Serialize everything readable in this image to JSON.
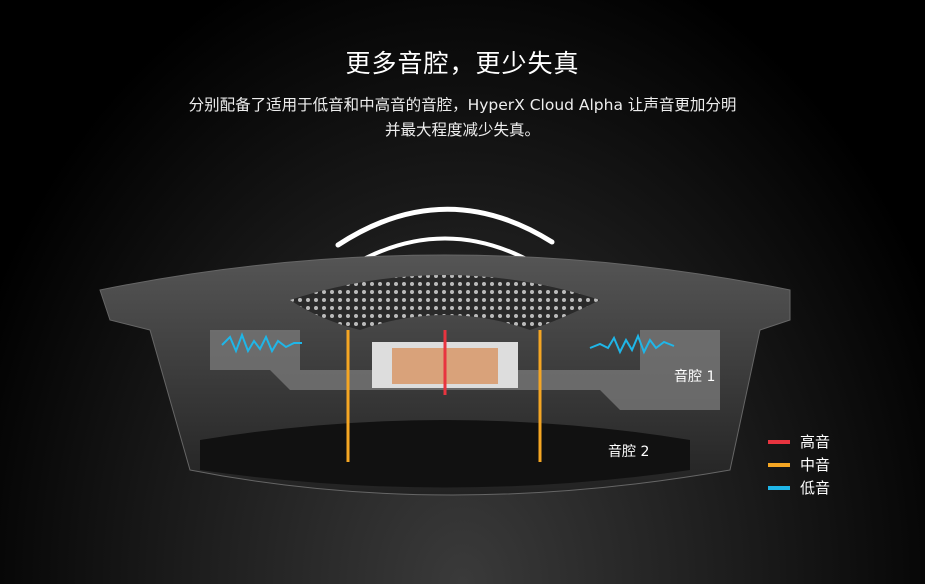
{
  "header": {
    "title": "更多音腔，更少失真",
    "subtitle_line1": "分别配备了适用于低音和中高音的音腔，HyperX Cloud Alpha 让声音更加分明",
    "subtitle_line2": "并最大程度减少失真。"
  },
  "diagram": {
    "chamber1": "音腔 1",
    "chamber2": "音腔 2"
  },
  "legend": [
    {
      "label": "高音",
      "color": "#e8343f"
    },
    {
      "label": "中音",
      "color": "#f5a623"
    },
    {
      "label": "低音",
      "color": "#1fb6e8"
    }
  ]
}
